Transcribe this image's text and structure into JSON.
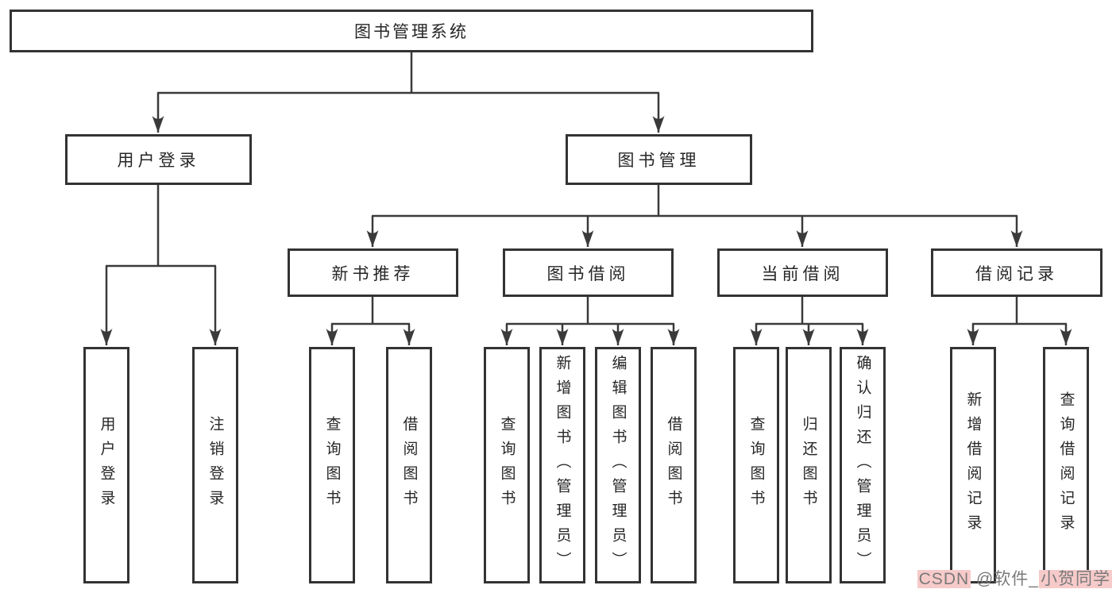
{
  "colors": {
    "background": "#ffffff",
    "line": "#3a3a3a",
    "box_border": "#333333",
    "text": "#262626",
    "watermark_text": "#7a7a7a",
    "watermark_highlight": "#f7caca"
  },
  "tree": {
    "root": "图书管理系统",
    "user_login": {
      "label": "用户登录",
      "children": [
        "用户登录",
        "注销登录"
      ]
    },
    "book_management": {
      "label": "图书管理",
      "sections": [
        {
          "label": "新书推荐",
          "children": [
            "查询图书",
            "借阅图书"
          ]
        },
        {
          "label": "图书借阅",
          "children": [
            "查询图书",
            "新增图书（管理员）",
            "编辑图书（管理员）",
            "借阅图书"
          ]
        },
        {
          "label": "当前借阅",
          "children": [
            "查询图书",
            "归还图书",
            "确认归还（管理员）"
          ]
        },
        {
          "label": "借阅记录",
          "children": [
            "新增借阅记录",
            "查询借阅记录"
          ]
        }
      ]
    }
  },
  "watermark": {
    "prefix": "CSDN",
    "middle": " @软件_",
    "suffix": "小贺同学"
  }
}
